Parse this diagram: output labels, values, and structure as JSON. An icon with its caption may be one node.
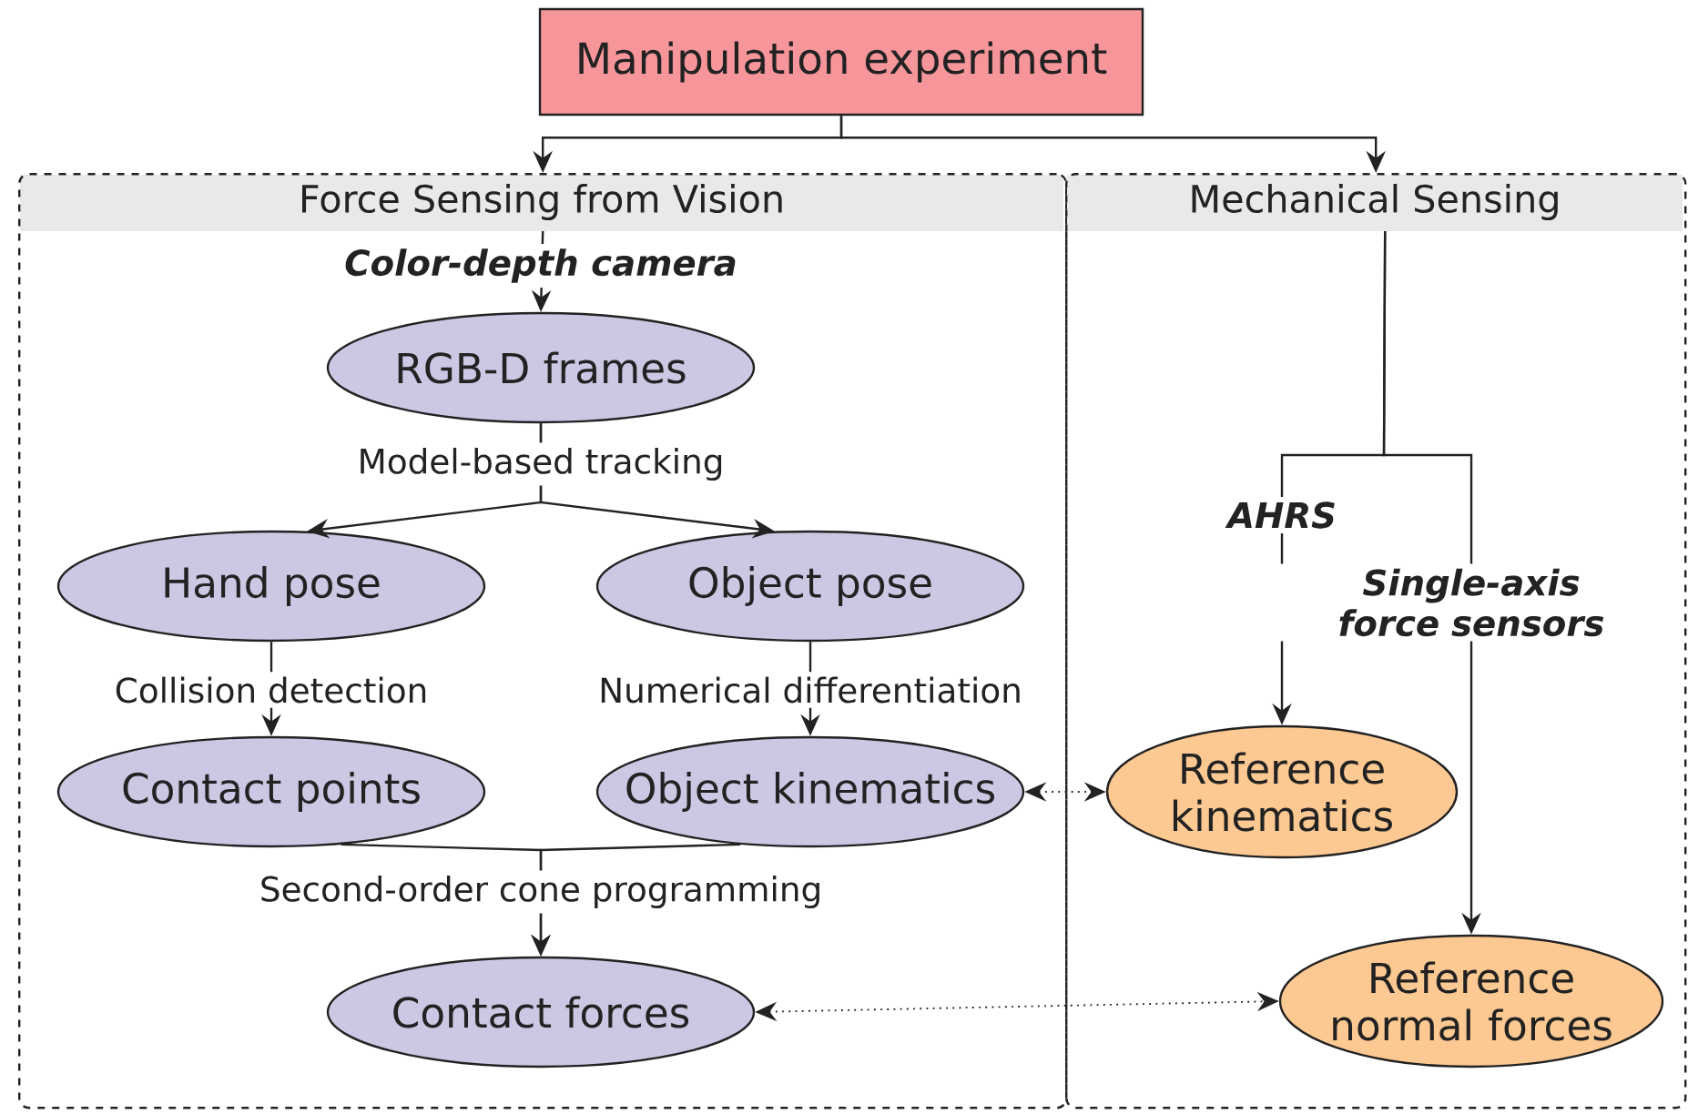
{
  "diagram": {
    "nodes": [
      {
        "text": [
          "Manipulation experiment"
        ]
      },
      {
        "text": [
          "Force Sensing from Vision"
        ]
      },
      {
        "text": [
          "Mechanical Sensing"
        ]
      },
      {
        "text": [
          "RGB-D frames"
        ],
        "in": 1
      },
      {
        "text": [
          "Hand pose"
        ],
        "in": 1
      },
      {
        "text": [
          "Object pose"
        ],
        "in": 1
      },
      {
        "text": [
          "Contact points"
        ],
        "in": 1
      },
      {
        "text": [
          "Object kinematics"
        ],
        "in": 1
      },
      {
        "text": [
          "Contact forces"
        ],
        "in": 1
      },
      {
        "text": [
          "Reference kinematics"
        ],
        "in": 2
      },
      {
        "text": [
          "Reference normal forces"
        ],
        "in": 2
      }
    ],
    "edges": [
      {
        "from": 0,
        "to": 1,
        "arrow": "to"
      },
      {
        "from": 0,
        "to": 2,
        "arrow": "to"
      },
      {
        "from": 1,
        "to": 3,
        "arrow": "to",
        "label": "Color-depth camera"
      },
      {
        "from": 3,
        "to": 4,
        "arrow": "to",
        "label": "Model-based tracking"
      },
      {
        "from": 3,
        "to": 5,
        "arrow": "to"
      },
      {
        "from": 4,
        "to": 6,
        "arrow": "to",
        "label": "Collision detection"
      },
      {
        "from": 5,
        "to": 7,
        "arrow": "to",
        "label": "Numerical differentiation"
      },
      {
        "from": 6,
        "to": 8,
        "arrow": "to",
        "label": "Second-order cone programming"
      },
      {
        "from": 7,
        "to": 8,
        "arrow": "to"
      },
      {
        "from": 7,
        "to": 9,
        "arrow": "both",
        "style": "dashed"
      },
      {
        "from": 8,
        "to": 10,
        "arrow": "both",
        "style": "dashed"
      },
      {
        "from": 2,
        "to": 9,
        "arrow": "to",
        "label": "AHRS"
      },
      {
        "from": 2,
        "to": 10,
        "arrow": "to",
        "label": "Single-axis force sensors"
      }
    ]
  }
}
